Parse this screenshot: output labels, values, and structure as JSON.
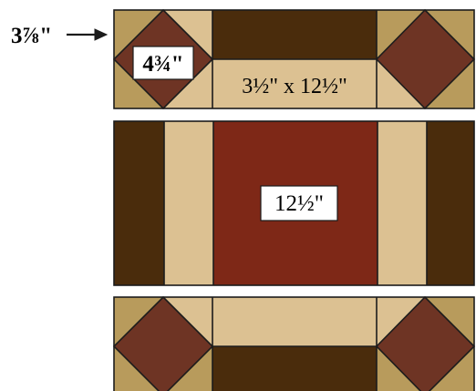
{
  "colors": {
    "tan": "#b89b5c",
    "dark_brown": "#4a2c0c",
    "light_tan": "#dcc192",
    "diamond_brown": "#6e3424",
    "red": "#7e2817",
    "outline": "#1c1c1c",
    "label_bg": "#ffffff"
  },
  "labels": {
    "corner_unit": "3⅞\"",
    "diamond_unit": "4¾\"",
    "rect_strip": "3½\" x 12½\"",
    "center_square": "12½\""
  }
}
